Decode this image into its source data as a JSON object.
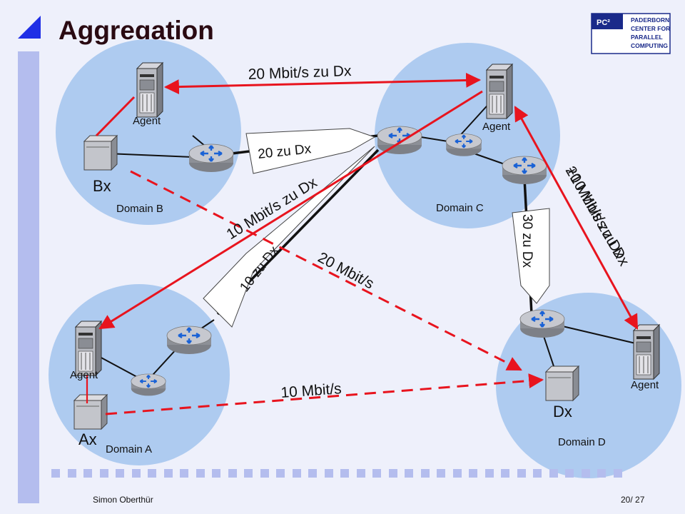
{
  "slide": {
    "title": "Aggregation",
    "author": "Simon Oberthür",
    "page": "20/ 27"
  },
  "logo": {
    "pc_label": "PC²",
    "lines": [
      "PADERBORN",
      "CENTER FOR",
      "PARALLEL",
      "COMPUTING"
    ]
  },
  "domains": {
    "a": "Domain A",
    "b": "Domain B",
    "c": "Domain C",
    "d": "Domain D"
  },
  "agents": {
    "a": "Agent",
    "b": "Agent",
    "c": "Agent",
    "d": "Agent"
  },
  "hosts": {
    "ax": "Ax",
    "bx": "Bx",
    "dx": "Dx"
  },
  "links": {
    "b_to_c": "20 Mbit/s zu Dx",
    "c_to_a": "10 Mbit/s zu Dx",
    "c_to_d_agent_overlap_1": "+10 Mbit/s zu Dx",
    "c_to_d_agent_overlap_2": "20 Mbit/s zu Dx",
    "bx_to_dx": "20 Mbit/s",
    "ax_to_dx": "10 Mbit/s"
  },
  "callouts": {
    "b_router": "20 zu Dx",
    "a_router": "10 zu Dx",
    "d_router": "30 zu Dx"
  },
  "colors": {
    "accent_red": "#e8141e",
    "domain_fill": "#aecbf0",
    "sidebar": "#b4bdee"
  }
}
